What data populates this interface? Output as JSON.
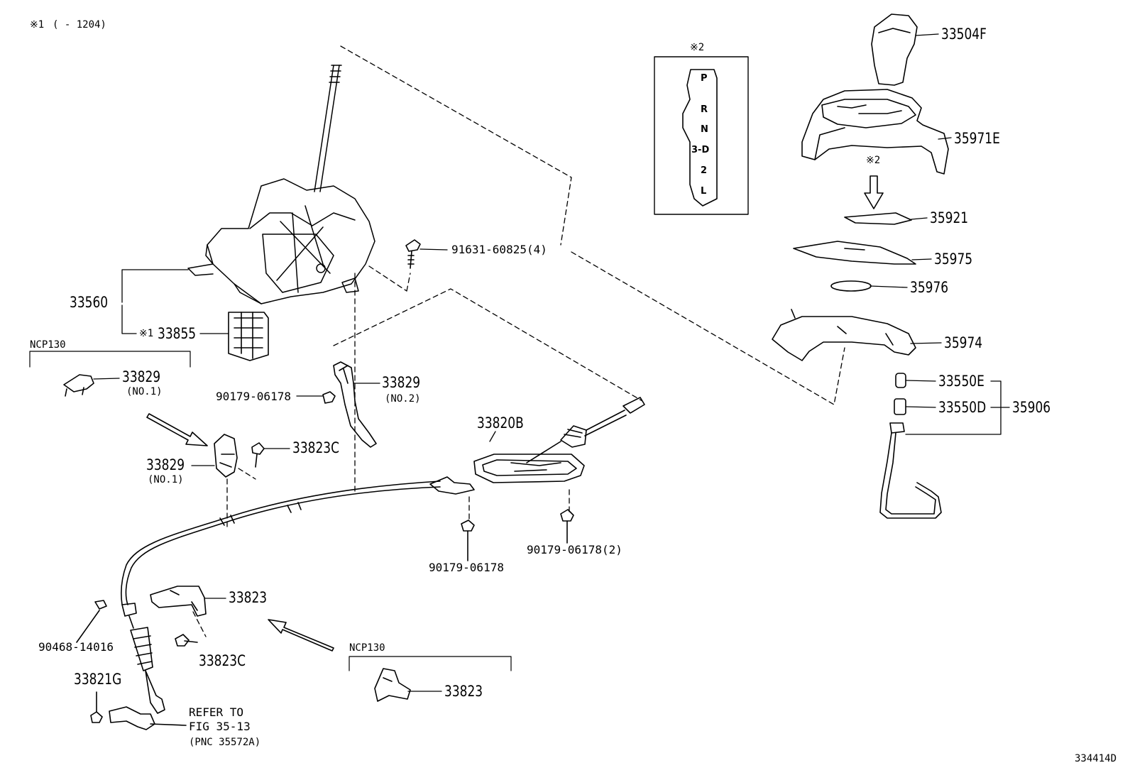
{
  "header_note": {
    "mark": "※1",
    "range": "(      - 1204)"
  },
  "figure_id": "334414D",
  "gate_inset": {
    "mark": "※2",
    "positions": [
      "P",
      "R",
      "N",
      "3-D",
      "2",
      "L"
    ]
  },
  "parts": {
    "p33504F": "33504F",
    "p35971E": "35971E",
    "note2": "※2",
    "p35921": "35921",
    "p35975": "35975",
    "p35976": "35976",
    "p35974": "35974",
    "p33550E": "33550E",
    "p33550D": "33550D",
    "p35906": "35906",
    "p91631": "91631-60825(4)",
    "p33560": "33560",
    "note1": "※1",
    "p33855": "33855",
    "p33829_top": "33829",
    "p33829_top_sub": "(NO.1)",
    "p33829_mid": "33829",
    "p33829_mid_sub": "(NO.2)",
    "p90179_a": "90179-06178",
    "p33823C_a": "33823C",
    "p33829_low": "33829",
    "p33829_low_sub": "(NO.1)",
    "p33820B": "33820B",
    "p90179_b": "90179-06178",
    "p90179_c": "90179-06178(2)",
    "p33823_a": "33823",
    "p90468": "90468-14016",
    "p33823C_b": "33823C",
    "p33821G": "33821G",
    "p33823_b": "33823"
  },
  "groups": {
    "ncp130_a": "NCP130",
    "ncp130_b": "NCP130"
  },
  "refer": {
    "line1": "REFER TO",
    "line2": "FIG 35-13",
    "line3": "(PNC 35572A)"
  }
}
